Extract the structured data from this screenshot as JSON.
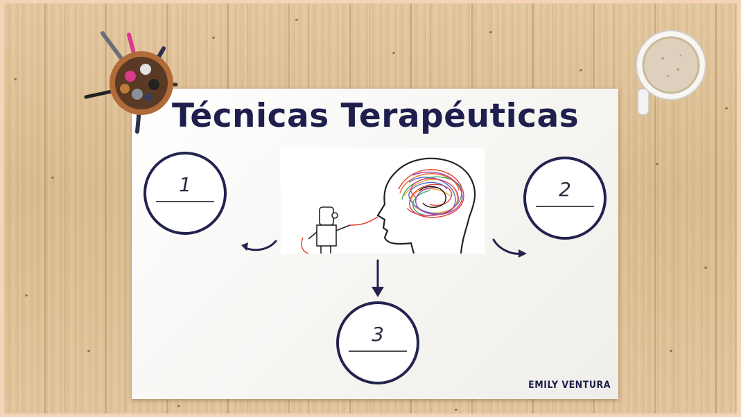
{
  "slide": {
    "title": "Técnicas Terapéuticas",
    "author": "EMILY VENTURA"
  },
  "steps": [
    {
      "number": "1"
    },
    {
      "number": "2"
    },
    {
      "number": "3"
    }
  ],
  "colors": {
    "ink": "#1e1f4d",
    "paper": "#ffffff",
    "wood": "#e0c195",
    "frame": "#f6d2b8"
  },
  "icons": {
    "pencil_cup": "pencil-cup-icon",
    "coffee_cup": "coffee-cup-icon",
    "illustration": "doctor-brain-illustration"
  }
}
